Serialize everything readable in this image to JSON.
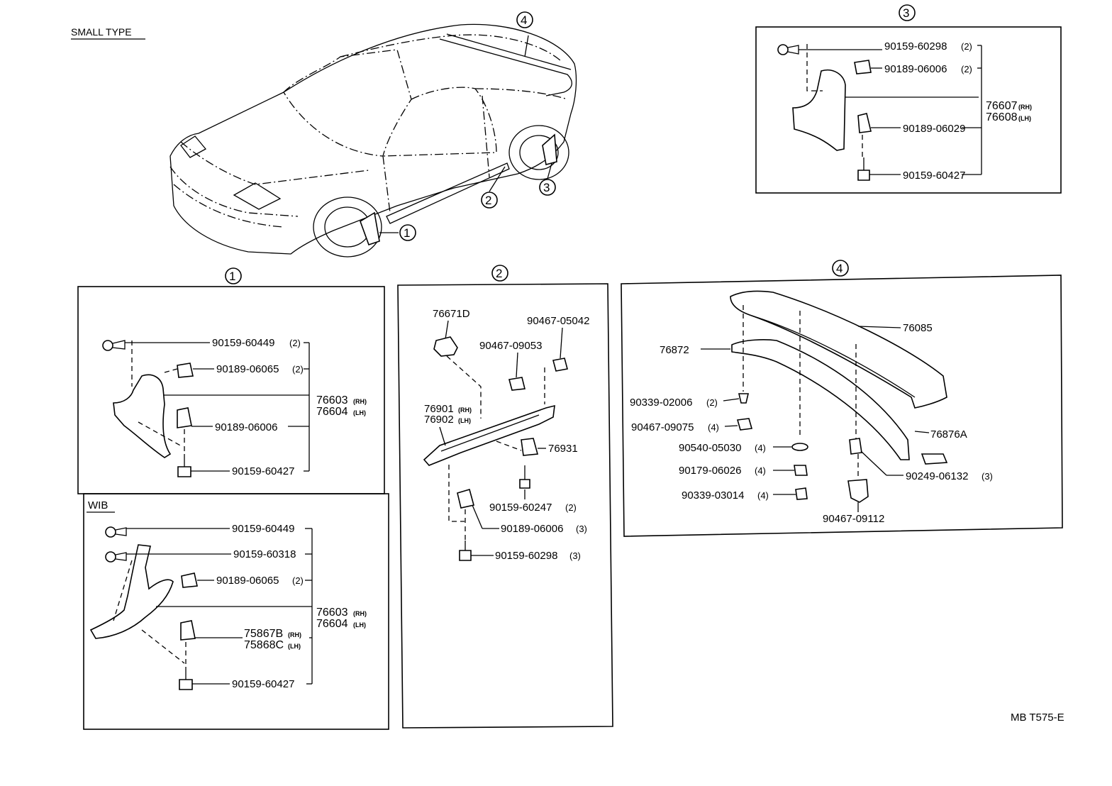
{
  "header": {
    "title": "SMALL TYPE",
    "code": "MB T575-E"
  },
  "callouts": {
    "c1": "1",
    "c2": "2",
    "c3": "3",
    "c4": "4"
  },
  "panel1": {
    "items": [
      {
        "part": "90159-60449",
        "qty": "(2)"
      },
      {
        "part": "90189-06065",
        "qty": "(2)"
      },
      {
        "part": "90189-06006",
        "qty": ""
      },
      {
        "part": "90159-60427",
        "qty": ""
      }
    ],
    "main": {
      "rh": "76603",
      "rh_side": "(RH)",
      "lh": "76604",
      "lh_side": "(LH)"
    }
  },
  "panel_wib": {
    "label": "WIB",
    "items": [
      {
        "part": "90159-60449",
        "qty": ""
      },
      {
        "part": "90159-60318",
        "qty": ""
      },
      {
        "part": "90189-06065",
        "qty": "(2)"
      },
      {
        "part": "90159-60427",
        "qty": ""
      }
    ],
    "main": {
      "rh": "76603",
      "rh_side": "(RH)",
      "lh": "76604",
      "lh_side": "(LH)"
    },
    "bracket": {
      "rh": "75867B",
      "rh_side": "(RH)",
      "lh": "75868C",
      "lh_side": "(LH)"
    }
  },
  "panel2": {
    "items": [
      {
        "part": "76671D",
        "qty": ""
      },
      {
        "part": "90467-05042",
        "qty": ""
      },
      {
        "part": "90467-09053",
        "qty": ""
      },
      {
        "part": "76931",
        "qty": ""
      },
      {
        "part": "90159-60247",
        "qty": "(2)"
      },
      {
        "part": "90189-06006",
        "qty": "(3)"
      },
      {
        "part": "90159-60298",
        "qty": "(3)"
      }
    ],
    "main": {
      "rh": "76901",
      "rh_side": "(RH)",
      "lh": "76902",
      "lh_side": "(LH)"
    }
  },
  "panel3": {
    "items": [
      {
        "part": "90159-60298",
        "qty": "(2)"
      },
      {
        "part": "90189-06006",
        "qty": "(2)"
      },
      {
        "part": "90189-06029",
        "qty": ""
      },
      {
        "part": "90159-60427",
        "qty": ""
      }
    ],
    "main": {
      "rh": "76607",
      "rh_side": "(RH)",
      "lh": "76608",
      "lh_side": "(LH)"
    }
  },
  "panel4": {
    "items": [
      {
        "part": "76085",
        "qty": ""
      },
      {
        "part": "76872",
        "qty": ""
      },
      {
        "part": "90339-02006",
        "qty": "(2)"
      },
      {
        "part": "90467-09075",
        "qty": "(4)"
      },
      {
        "part": "90540-05030",
        "qty": "(4)"
      },
      {
        "part": "90179-06026",
        "qty": "(4)"
      },
      {
        "part": "90339-03014",
        "qty": "(4)"
      },
      {
        "part": "76876A",
        "qty": ""
      },
      {
        "part": "90249-06132",
        "qty": "(3)"
      },
      {
        "part": "90467-09112",
        "qty": ""
      }
    ]
  }
}
